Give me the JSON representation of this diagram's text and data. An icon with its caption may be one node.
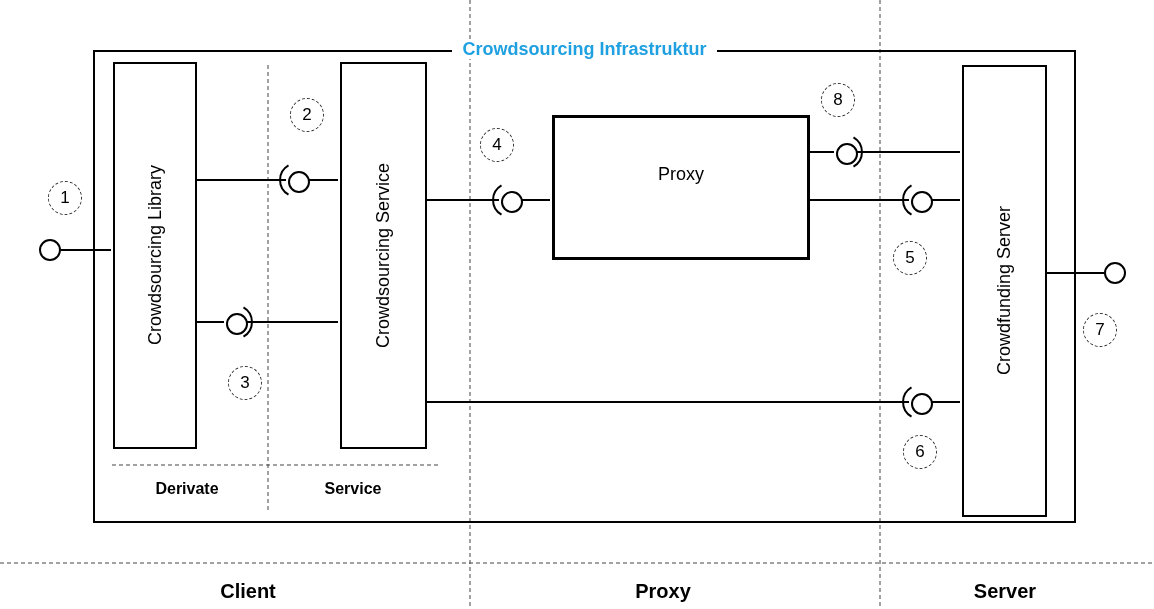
{
  "diagram": {
    "nodes": [
      {
        "text": [
          "Crowdsourcing Infrastruktur"
        ]
      },
      {
        "text": [
          "Crowdsourcing Library"
        ],
        "in": 0
      },
      {
        "text": [
          "Crowdsourcing Service"
        ],
        "in": 0
      },
      {
        "text": [
          "Proxy"
        ],
        "in": 0
      },
      {
        "text": [
          "Crowdfunding Server"
        ],
        "in": 0
      },
      {
        "text": [],
        "shape": "circle"
      },
      {
        "text": [],
        "shape": "circle",
        "in": 0
      },
      {
        "text": [],
        "shape": "circle",
        "in": 0
      },
      {
        "text": [],
        "shape": "circle",
        "in": 0
      },
      {
        "text": [],
        "shape": "circle",
        "in": 0
      },
      {
        "text": [],
        "shape": "circle",
        "in": 0
      },
      {
        "text": [],
        "shape": "circle"
      },
      {
        "text": [],
        "shape": "circle",
        "in": 0
      }
    ],
    "edges": [
      {
        "from": 1,
        "to": 5,
        "arrow": "none"
      },
      {
        "from": 1,
        "to": 6,
        "arrow": "other"
      },
      {
        "from": 2,
        "to": 6,
        "arrow": "none"
      },
      {
        "from": 1,
        "to": 7,
        "arrow": "none"
      },
      {
        "from": 2,
        "to": 7,
        "arrow": "other"
      },
      {
        "from": 2,
        "to": 8,
        "arrow": "other"
      },
      {
        "from": 3,
        "to": 8,
        "arrow": "none"
      },
      {
        "from": 3,
        "to": 12,
        "arrow": "none"
      },
      {
        "from": 4,
        "to": 12,
        "arrow": "other"
      },
      {
        "from": 3,
        "to": 9,
        "arrow": "other"
      },
      {
        "from": 4,
        "to": 9,
        "arrow": "none"
      },
      {
        "from": 2,
        "to": 10,
        "arrow": "other"
      },
      {
        "from": 4,
        "to": 10,
        "arrow": "none"
      },
      {
        "from": 4,
        "to": 11,
        "arrow": "none"
      }
    ],
    "labels": [
      "8",
      "2",
      "4",
      "1",
      "5",
      "7",
      "3",
      "6",
      "Derivate",
      "Service",
      "Client",
      "Proxy",
      "Server"
    ]
  }
}
